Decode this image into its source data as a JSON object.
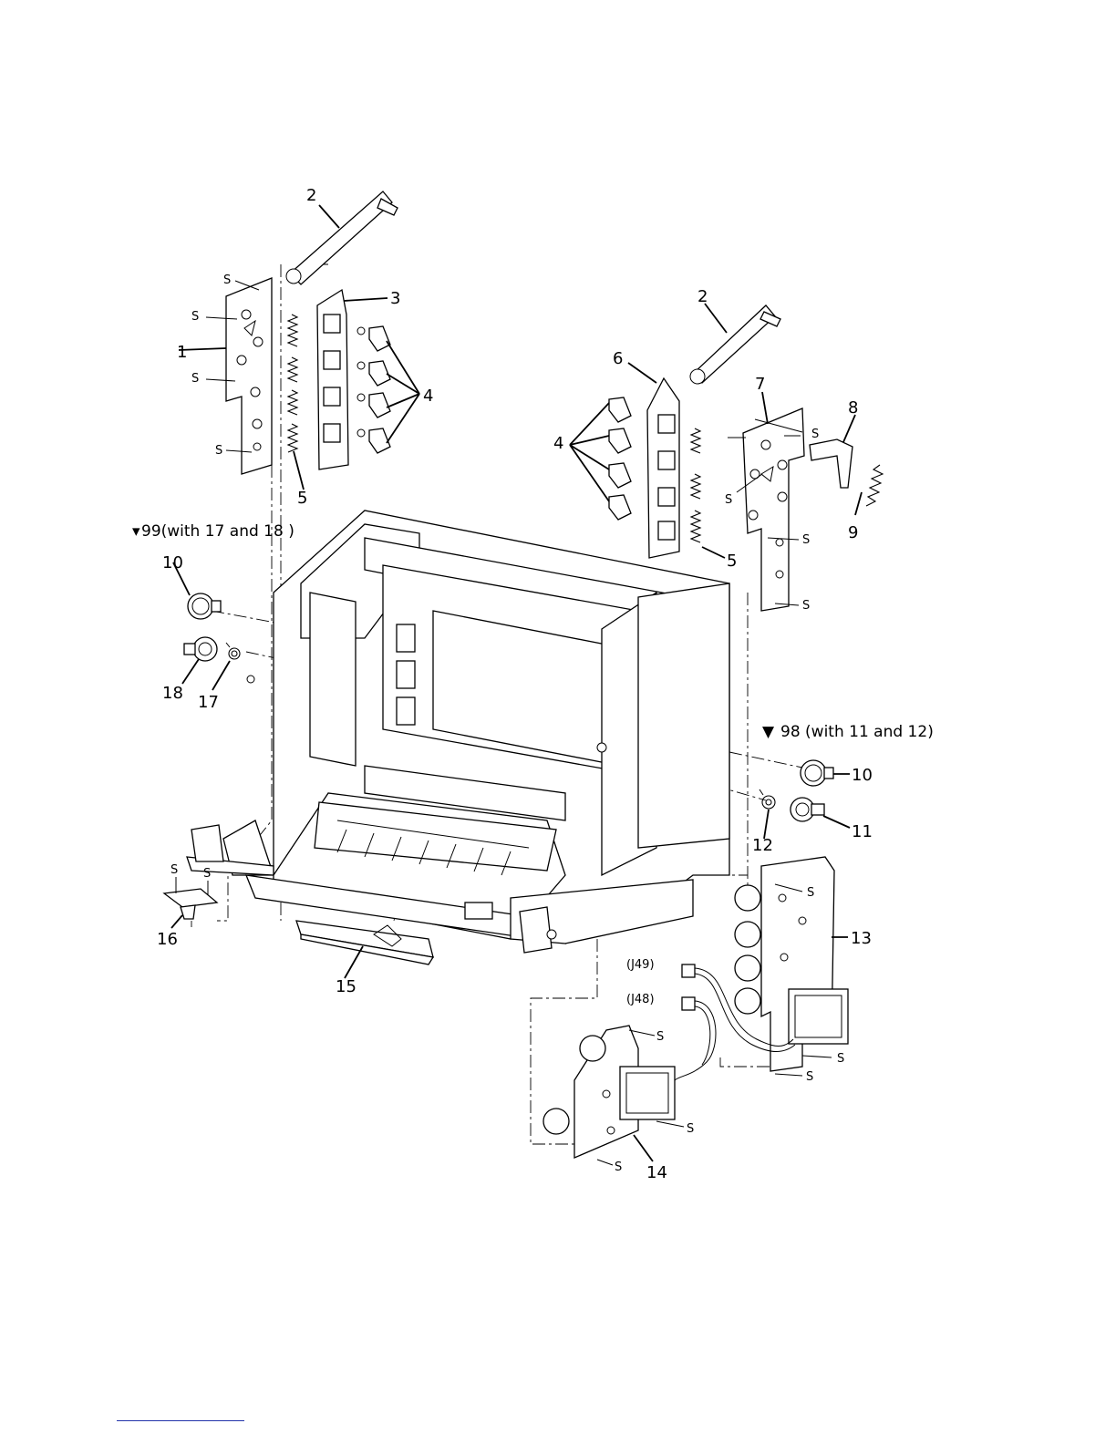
{
  "callouts": {
    "c1": "1",
    "c2a": "2",
    "c2b": "2",
    "c3": "3",
    "c4a": "4",
    "c4b": "4",
    "c5a": "5",
    "c5b": "5",
    "c6": "6",
    "c7": "7",
    "c8": "8",
    "c9": "9",
    "c10a": "10",
    "c10b": "10",
    "c11": "11",
    "c12": "12",
    "c13": "13",
    "c14": "14",
    "c15": "15",
    "c16": "16",
    "c17": "17",
    "c18": "18"
  },
  "screw_label": "S",
  "notes": {
    "kit99": "99(with 17 and 18 )",
    "kit99_mark": "▾",
    "kit98": "98 (with 11 and 12)",
    "kit98_mark": "▼"
  },
  "connectors": {
    "j49": "(J49)",
    "j48": "(J48)"
  }
}
